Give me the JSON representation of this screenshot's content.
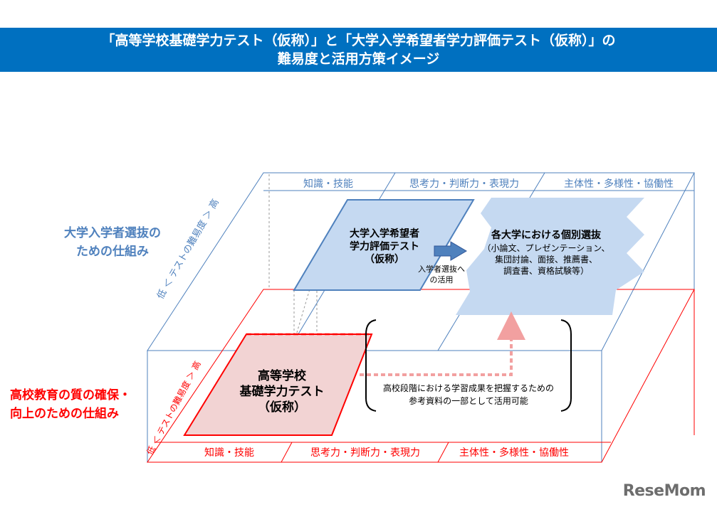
{
  "title": {
    "line1": "「高等学校基礎学力テスト（仮称）」と「大学入学希望者学力評価テスト（仮称）」の",
    "line2": "難易度と活用方策イメージ"
  },
  "upper_layer": {
    "side_label_line1": "大学入学者選抜の",
    "side_label_line2": "ための仕組み",
    "axis_label": "低 ＜ テストの難易度 ＞ 高",
    "headers": [
      "知識・技能",
      "思考力・判断力・表現力",
      "主体性・多様性・協働性"
    ],
    "test_box": {
      "line1": "大学入学希望者",
      "line2": "学力評価テスト",
      "line3": "（仮称）"
    },
    "arrow_label_line1": "入学者選抜へ",
    "arrow_label_line2": "の活用",
    "individual_box": {
      "title": "各大学における個別選抜",
      "line1": "（小論文、プレゼンテーション、",
      "line2": "集団討論、面接、推薦書、",
      "line3": "調査書、資格試験等）"
    }
  },
  "lower_layer": {
    "side_label_line1": "高校教育の質の確保・",
    "side_label_line2": "向上のための仕組み",
    "axis_label": "低 ＜ テストの難易度 ＞ 高",
    "headers": [
      "知識・技能",
      "思考力・判断力・表現力",
      "主体性・多様性・協働性"
    ],
    "test_box": {
      "line1": "高等学校",
      "line2": "基礎学力テスト",
      "line3": "（仮称）"
    },
    "note_line1": "高校段階における学習成果を把握するための",
    "note_line2": "参考資料の一部として活用可能"
  },
  "colors": {
    "banner": "#0070c0",
    "blue": "#4f81bd",
    "red": "#ff0000",
    "blue_fill": "#c5d9f1",
    "red_fill": "#f2d3d3"
  },
  "logo": "ReseMom"
}
